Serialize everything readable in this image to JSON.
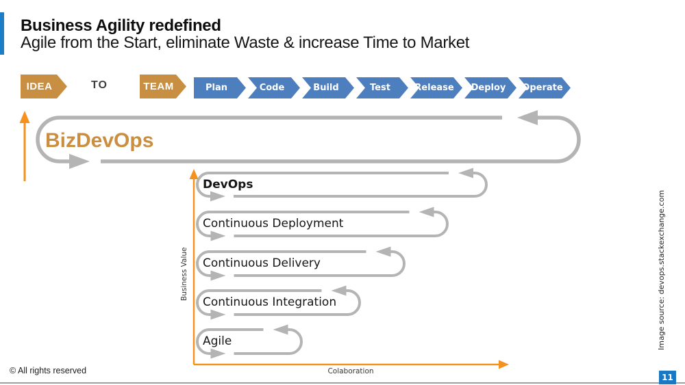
{
  "slide": {
    "title": "Business Agility redefined",
    "subtitle": "Agile from the Start, eliminate Waste & increase Time to Market",
    "footer_left": "© All rights reserved",
    "page_number": "11",
    "source_note": "Image source: devops.stackexchange.com"
  },
  "pipeline": {
    "idea_label": "IDEA",
    "to_label": "TO",
    "team_label": "TEAM",
    "stages": [
      "Plan",
      "Code",
      "Build",
      "Test",
      "Release",
      "Deploy",
      "Operate"
    ]
  },
  "loops": [
    {
      "label": "BizDevOps",
      "style": "big"
    },
    {
      "label": "DevOps",
      "style": "bold"
    },
    {
      "label": "Continuous Deployment",
      "style": "normal"
    },
    {
      "label": "Continuous Delivery",
      "style": "normal"
    },
    {
      "label": "Continuous Integration",
      "style": "normal"
    },
    {
      "label": "Agile",
      "style": "normal"
    }
  ],
  "axes": {
    "y_label": "Business Value",
    "x_label": "Colaboration"
  },
  "colors": {
    "accent_blue": "#1b7ec6",
    "badge_blue": "#1878c3",
    "stage_blue": "#4d7ebe",
    "shape_orange": "#c88e41",
    "shape_orange_text": "#cb8d3e",
    "axis_orange": "#f5921e",
    "loop_gray": "#b4b4b4"
  }
}
